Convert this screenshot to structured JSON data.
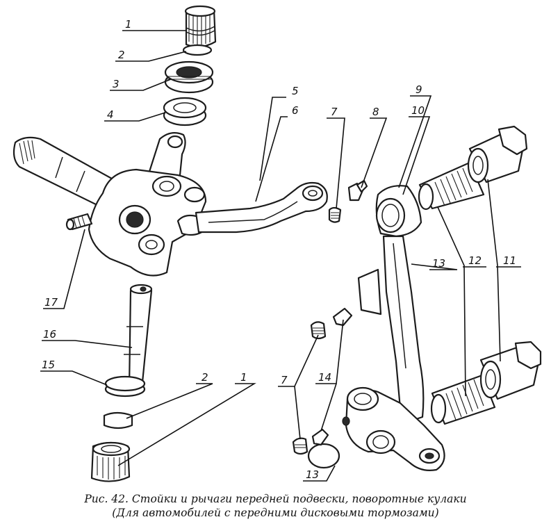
{
  "figure": {
    "labels": {
      "top_1": "1",
      "top_2": "2",
      "top_3": "3",
      "top_4": "4",
      "n5": "5",
      "n6": "6",
      "n7_top": "7",
      "n8": "8",
      "n9": "9",
      "n10": "10",
      "n13_right": "13",
      "n12": "12",
      "n11": "11",
      "n17": "17",
      "n16": "16",
      "n15": "15",
      "low_2": "2",
      "low_1": "1",
      "n7_low": "7",
      "n14": "14",
      "n13_low": "13"
    },
    "caption_line1": "Рис. 42. Стойки и рычаги передней подвески, поворотные кулаки",
    "caption_line2": "(Для автомобилей с передними дисковыми тормозами)"
  },
  "colors": {
    "ink": "#1c1c1c",
    "paper": "#ffffff"
  }
}
